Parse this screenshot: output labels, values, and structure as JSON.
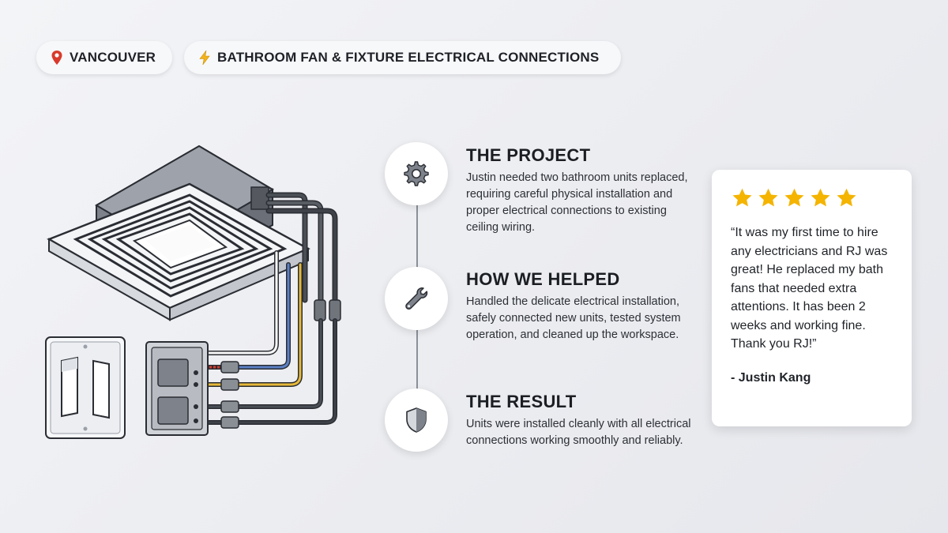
{
  "header": {
    "location": {
      "icon": "map-pin-icon",
      "label": "VANCOUVER"
    },
    "service": {
      "icon": "lightning-icon",
      "label": "BATHROOM FAN & FIXTURE ELECTRICAL CONNECTIONS"
    }
  },
  "illustration": {
    "subject": "ceiling-exhaust-fan-with-switch-and-junction-box"
  },
  "steps": [
    {
      "icon": "gear-icon",
      "title": "THE PROJECT",
      "text": "Justin needed two bathroom units replaced, requiring careful physical installation and proper electrical connections to existing ceiling wiring."
    },
    {
      "icon": "wrench-icon",
      "title": "HOW WE HELPED",
      "text": "Handled the delicate electrical installation, safely connected new units, tested system operation, and cleaned up the workspace."
    },
    {
      "icon": "shield-icon",
      "title": "THE RESULT",
      "text": "Units were installed cleanly with all electrical connections working smoothly and reliably."
    }
  ],
  "review": {
    "rating": 5,
    "quote": "“It was my first time to hire any electricians and RJ was great! He replaced my bath fans that needed extra attentions. It has been 2 weeks and working fine. Thank you RJ!”",
    "author": "- Justin Kang"
  },
  "colors": {
    "star": "#f4b400",
    "accent_red": "#d93a2b",
    "wire_blue": "#5b7fc4",
    "wire_yellow": "#e7b93a"
  }
}
